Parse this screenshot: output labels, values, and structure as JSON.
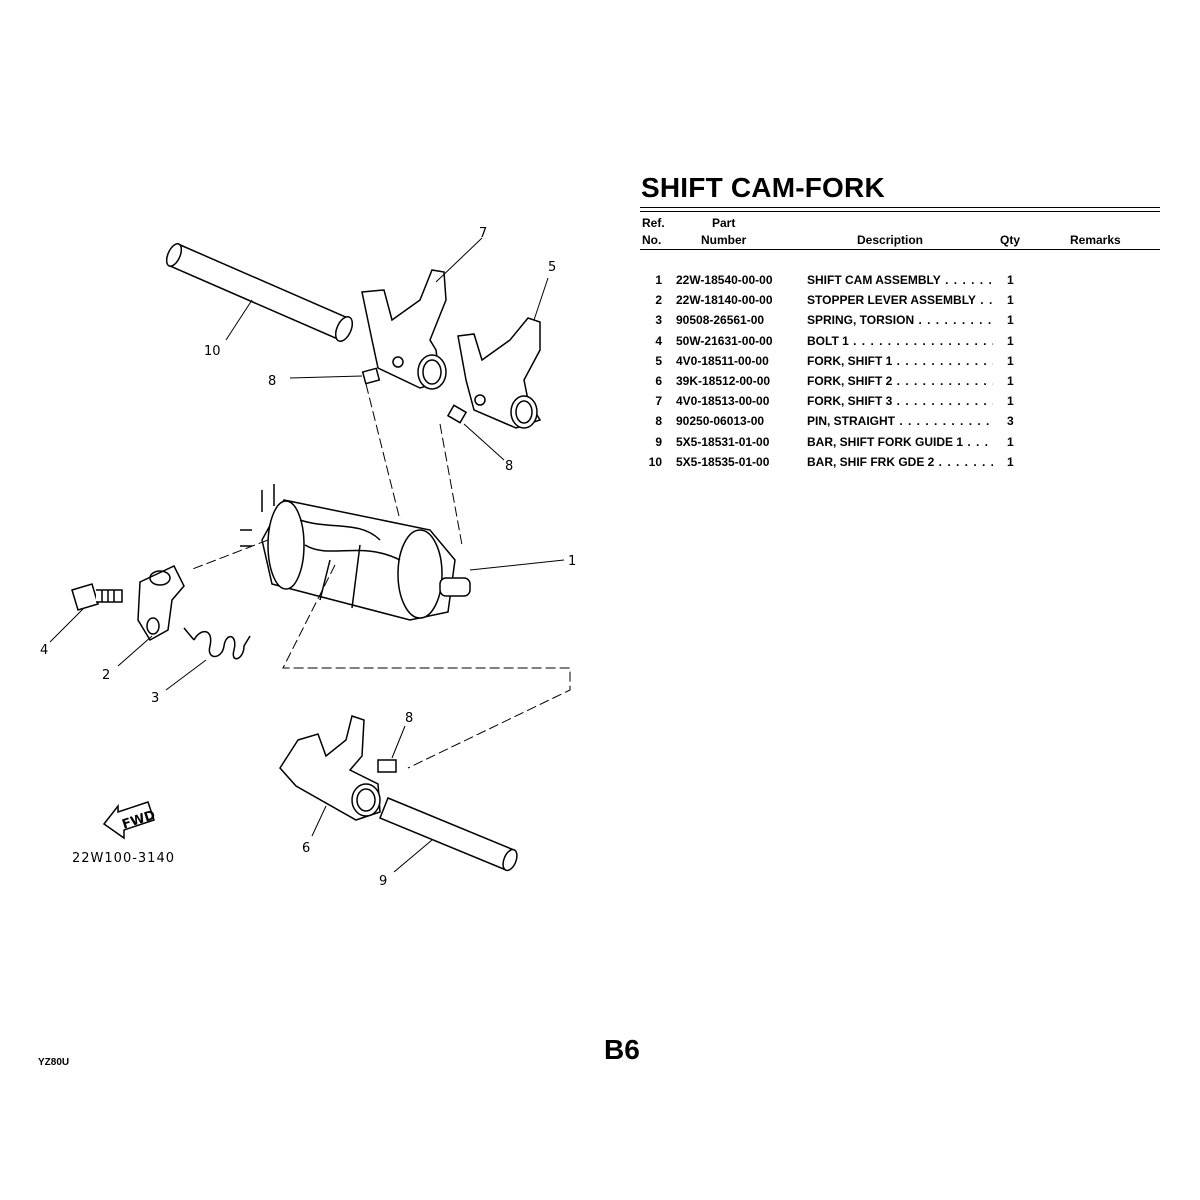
{
  "title": "SHIFT CAM-FORK",
  "table": {
    "headers": {
      "ref_1": "Ref.",
      "ref_2": "No.",
      "part_1": "Part",
      "part_2": "Number",
      "description": "Description",
      "qty": "Qty",
      "remarks": "Remarks"
    },
    "rows": [
      {
        "ref": "1",
        "part_number": "22W-18540-00-00",
        "description": "SHIFT CAM ASSEMBLY",
        "qty": "1"
      },
      {
        "ref": "2",
        "part_number": "22W-18140-00-00",
        "description": "STOPPER LEVER ASSEMBLY",
        "qty": "1"
      },
      {
        "ref": "3",
        "part_number": "90508-26561-00",
        "description": "SPRING, TORSION",
        "qty": "1"
      },
      {
        "ref": "4",
        "part_number": "50W-21631-00-00",
        "description": "BOLT 1",
        "qty": "1"
      },
      {
        "ref": "5",
        "part_number": "4V0-18511-00-00",
        "description": "FORK, SHIFT 1",
        "qty": "1"
      },
      {
        "ref": "6",
        "part_number": "39K-18512-00-00",
        "description": "FORK, SHIFT 2",
        "qty": "1"
      },
      {
        "ref": "7",
        "part_number": "4V0-18513-00-00",
        "description": "FORK, SHIFT 3",
        "qty": "1"
      },
      {
        "ref": "8",
        "part_number": "90250-06013-00",
        "description": "PIN, STRAIGHT",
        "qty": "3"
      },
      {
        "ref": "9",
        "part_number": "5X5-18531-01-00",
        "description": "BAR, SHIFT FORK GUIDE 1",
        "qty": "1"
      },
      {
        "ref": "10",
        "part_number": "5X5-18535-01-00",
        "description": "BAR, SHIF FRK GDE 2",
        "qty": "1"
      }
    ]
  },
  "diagram": {
    "callouts": {
      "c7": "7",
      "c5": "5",
      "c10": "10",
      "c8a": "8",
      "c8b": "8",
      "c1": "1",
      "c4": "4",
      "c2": "2",
      "c3": "3",
      "c8c": "8",
      "c6": "6",
      "c9": "9"
    },
    "fwd_label": "FWD",
    "drawing_code": "22W100-3140"
  },
  "footer": {
    "page": "B6",
    "model": "YZ80U"
  }
}
